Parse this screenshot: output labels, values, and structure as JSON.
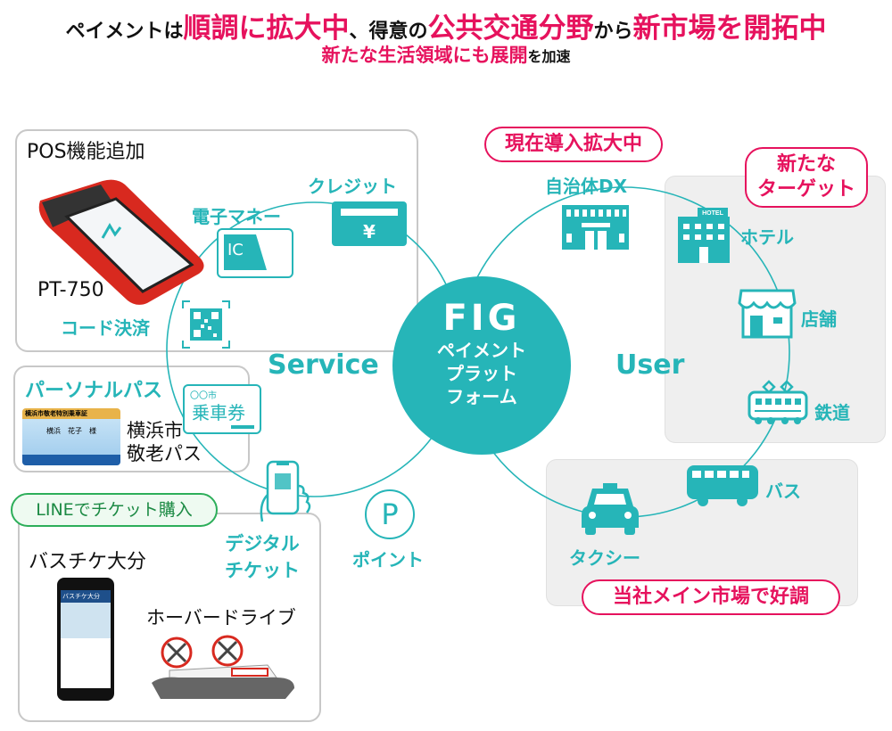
{
  "header": {
    "line1": [
      {
        "text": "ペイメントは",
        "style": "k"
      },
      {
        "text": "順調に拡大中",
        "style": "p"
      },
      {
        "text": "、得意の",
        "style": "k"
      },
      {
        "text": "公共交通分野",
        "style": "p"
      },
      {
        "text": "から",
        "style": "k"
      },
      {
        "text": "新市場を開拓中",
        "style": "p"
      }
    ],
    "line2": [
      {
        "text": "新たな生活領域にも展開",
        "style": "p"
      },
      {
        "text": "を加速",
        "style": "k"
      }
    ]
  },
  "hub": {
    "logo": "FIG",
    "lines": [
      "ペイメント",
      "プラット",
      "フォーム"
    ]
  },
  "service": {
    "title": "Service",
    "items": {
      "credit": "クレジット",
      "credit_symbol": "¥",
      "emoney": "電子マネー",
      "emoney_symbol": "IC",
      "code": "コード決済",
      "ticket_city": "〇〇市",
      "ticket_label": "乗車券",
      "digital": [
        "デジタル",
        "チケット"
      ],
      "point": "ポイント",
      "point_symbol": "P"
    }
  },
  "user": {
    "title": "User",
    "items": {
      "municipal": "自治体DX",
      "hotel": "ホテル",
      "hotel_sign": "HOTEL",
      "store": "店舗",
      "rail": "鉄道",
      "bus": "バス",
      "taxi": "タクシー"
    }
  },
  "panels": {
    "pos": {
      "title": "POS機能追加",
      "model": "PT-750"
    },
    "personal": {
      "title": "パーソナルパス",
      "card_name": [
        "横浜市",
        "敬老パス"
      ],
      "card_holder": "横浜　花子　様",
      "card_header": "横浜市敬老特別乗車証"
    },
    "line": {
      "badge": "LINEでチケット購入",
      "app": "バスチケ大分",
      "app_screen_title": "バスチケ大分",
      "hover": "ホーバードライブ"
    }
  },
  "badges": {
    "expanding": "現在導入拡大中",
    "new_target": [
      "新たな",
      "ターゲット"
    ],
    "main_market": "当社メイン市場で好調"
  },
  "colors": {
    "teal": "#26b5b8",
    "pink": "#e6125d",
    "green": "#2dae5a",
    "gray_panel": "#efefef"
  }
}
